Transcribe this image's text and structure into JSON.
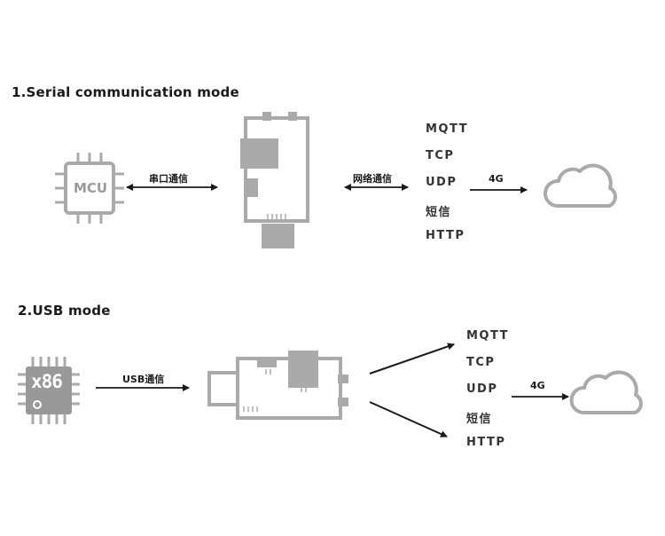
{
  "sections": [
    {
      "title": "1.Serial communication mode",
      "left_chip_label": "MCU",
      "link1_label": "串口通信",
      "link2_label": "网络通信",
      "network_label": "4G",
      "protocols": [
        "MQTT",
        "TCP",
        "UDP",
        "短信",
        "HTTP"
      ]
    },
    {
      "title": "2.USB mode",
      "left_chip_label": "x86",
      "link1_label": "USB通信",
      "network_label": "4G",
      "protocols": [
        "MQTT",
        "TCP",
        "UDP",
        "短信",
        "HTTP"
      ]
    }
  ],
  "colors": {
    "device": "#aaaaaa",
    "device_dark": "#8c8c8c",
    "arrow": "#1a1a1a",
    "text": "#1a1a1a"
  }
}
